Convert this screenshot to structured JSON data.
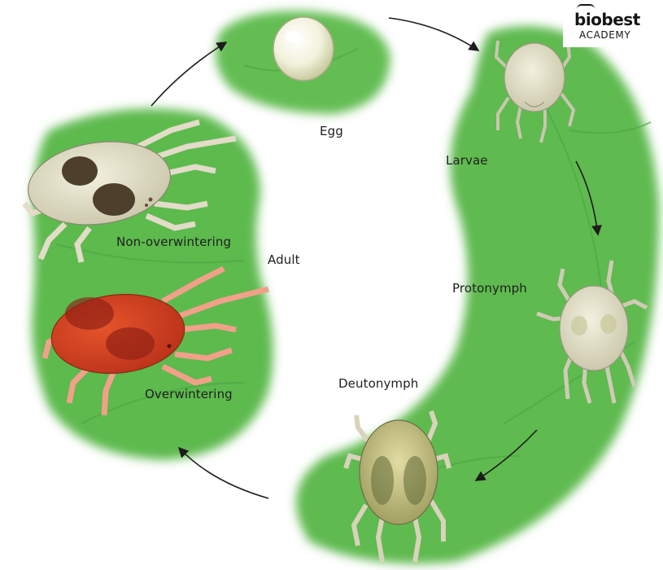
{
  "stages": {
    "egg": "Egg",
    "larvae": "Larvae",
    "protonymph": "Protonymph",
    "deutonymph": "Deutonymph",
    "adult": "Adult",
    "non_overwintering": "Non-overwintering",
    "overwintering": "Overwintering"
  },
  "logo": {
    "brand": "biobest",
    "sub": "ACADEMY"
  },
  "colors": {
    "leaf": "#5fba4f",
    "leaf_dark": "#3f9a3a",
    "mite_pale": "#e6e2cc",
    "mite_spot": "#4a3a2a",
    "mite_red": "#d2401e",
    "mite_deuto": "#cfc88a"
  },
  "icons": [
    "arrow-icon",
    "mite-icon",
    "egg-icon"
  ]
}
